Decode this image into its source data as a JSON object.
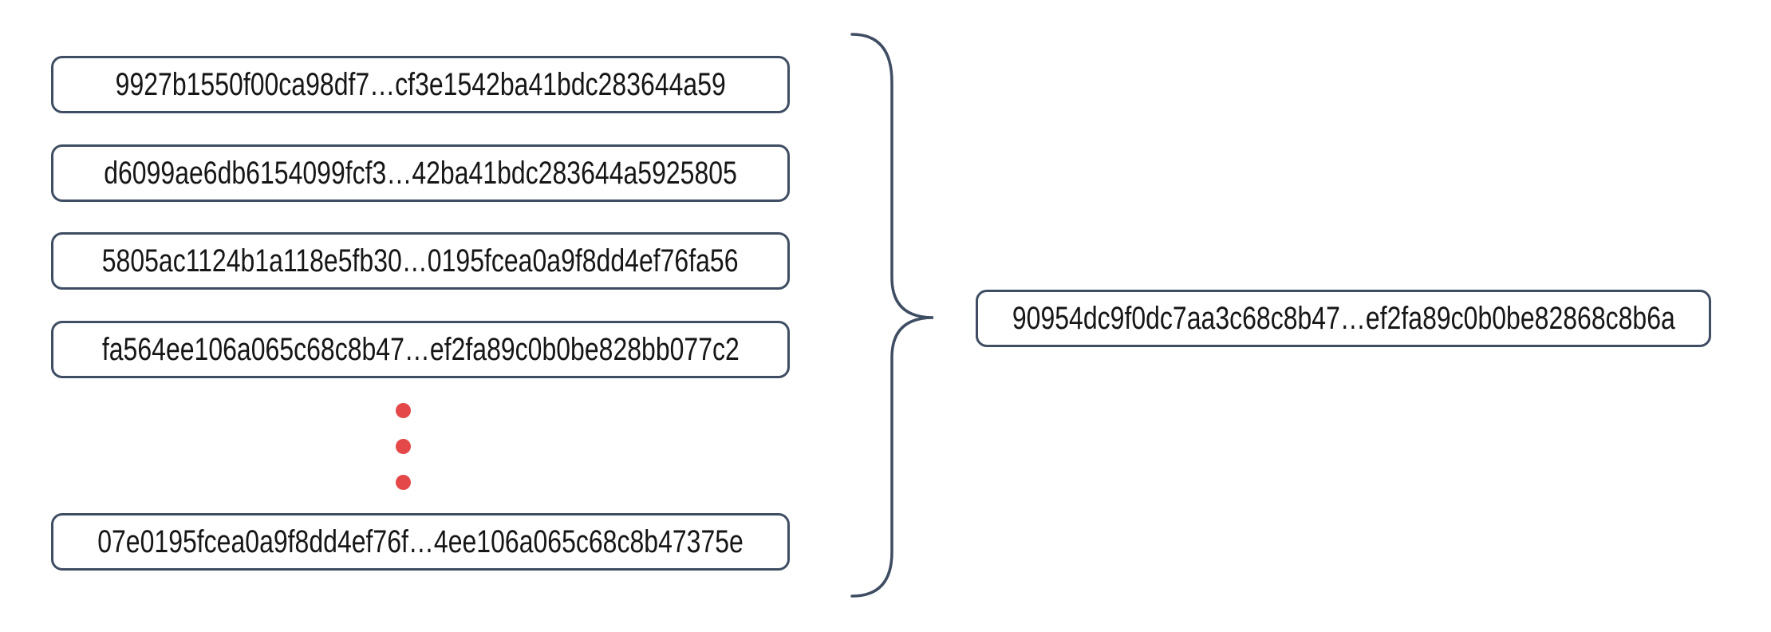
{
  "colors": {
    "border": "#3f4d63",
    "brace": "#3f4d63",
    "dot": "#e44848",
    "text": "#161616",
    "background": "#ffffff"
  },
  "diagram": {
    "input_hashes": [
      "9927b1550f00ca98df7…cf3e1542ba41bdc283644a59",
      "d6099ae6db6154099fcf3…42ba41bdc283644a5925805",
      "5805ac1124b1a118e5fb30…0195fcea0a9f8dd4ef76fa56",
      "fa564ee106a065c68c8b47…ef2fa89c0b0be828bb077c2",
      "07e0195fcea0a9f8dd4ef76f…4ee106a065c68c8b47375e"
    ],
    "output_hash": "90954dc9f0dc7aa3c68c8b47…ef2fa89c0b0be82868c8b6a"
  }
}
